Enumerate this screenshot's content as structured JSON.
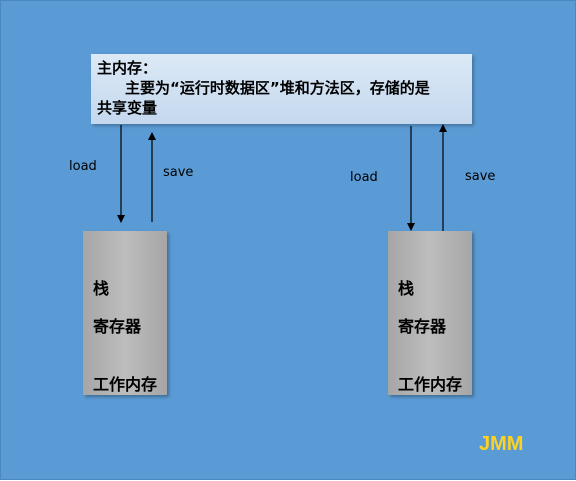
{
  "main_memory": {
    "title": "主内存：",
    "line2": "主要为“运行时数据区”堆和方法区，存储的是",
    "line3": "共享变量"
  },
  "threads": [
    {
      "stack": "栈",
      "registers": "寄存器",
      "working_memory": "工作内存",
      "load_label": "load",
      "save_label": "save"
    },
    {
      "stack": "栈",
      "registers": "寄存器",
      "working_memory": "工作内存",
      "load_label": "load",
      "save_label": "save"
    }
  ],
  "watermark": "JMM",
  "colors": {
    "background": "#5b9bd5",
    "main_memory_fill": "#dce9f6",
    "thread_fill": "#a6a6a6",
    "watermark": "#ffd21f"
  }
}
